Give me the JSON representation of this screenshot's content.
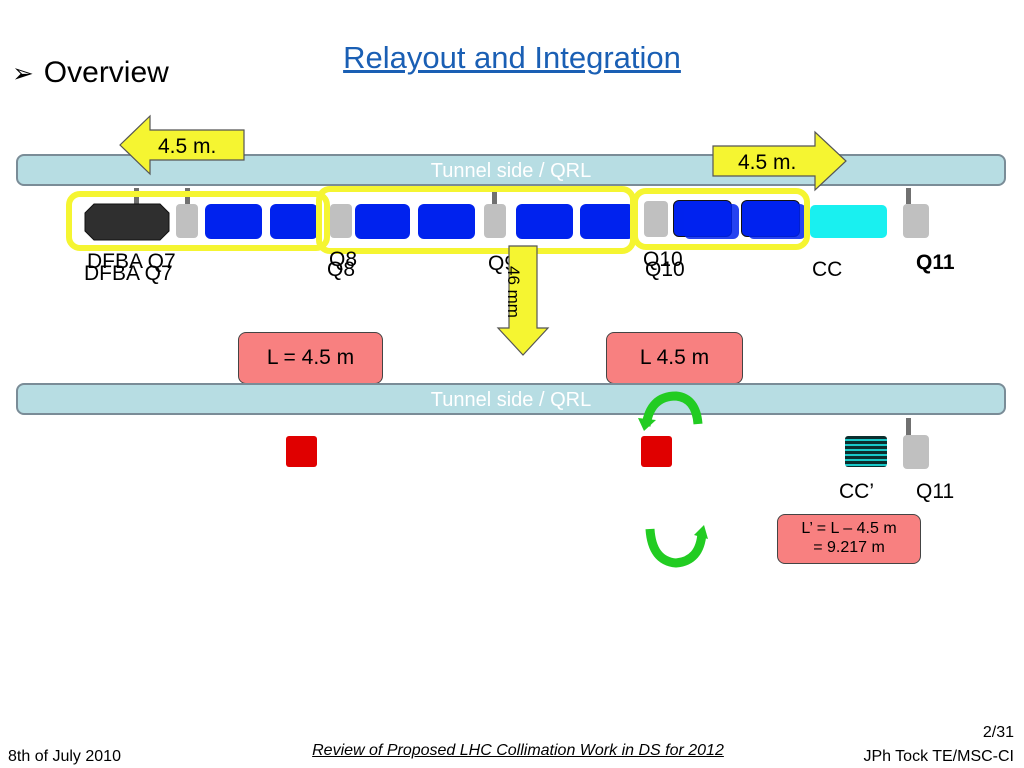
{
  "title": "Relayout and Integration",
  "bullet": {
    "text": "Overview"
  },
  "top_diagram": {
    "tunnel_label": "Tunnel side / QRL",
    "arrow_left_label": "4.5 m.",
    "arrow_right_label": "4.5 m.",
    "down_arrow_label": "46 mm",
    "labels": {
      "dfba_q7_ghost": "DFBA Q7",
      "dfba_q7": "DFBA Q7",
      "q8_ghost": "Q8",
      "q8": "Q8",
      "q9_ghost": "Q9",
      "q10_ghost": "Q10",
      "q10": "Q10",
      "cc": "CC",
      "q11": "Q11"
    }
  },
  "bottom_diagram": {
    "tunnel_label": "Tunnel side / QRL",
    "length_box_left": "L = 4.5 m",
    "length_box_right": "L  4.5 m",
    "cc_prime": "CC’",
    "q11": "Q11",
    "formula_line1": "L’ = L – 4.5 m",
    "formula_line2": "=  9.217 m"
  },
  "footer": {
    "date": "8th of July 2010",
    "review": "Review of Proposed LHC Collimation Work in DS for 2012",
    "page": "2/31",
    "author": "JPh Tock TE/MSC-CI"
  },
  "colors": {
    "magnet": "#0022ee",
    "frame": "#f5f531",
    "pink": "#f88080",
    "cyan": "#19f0f0",
    "red": "#e00000",
    "green": "#22cc22"
  }
}
